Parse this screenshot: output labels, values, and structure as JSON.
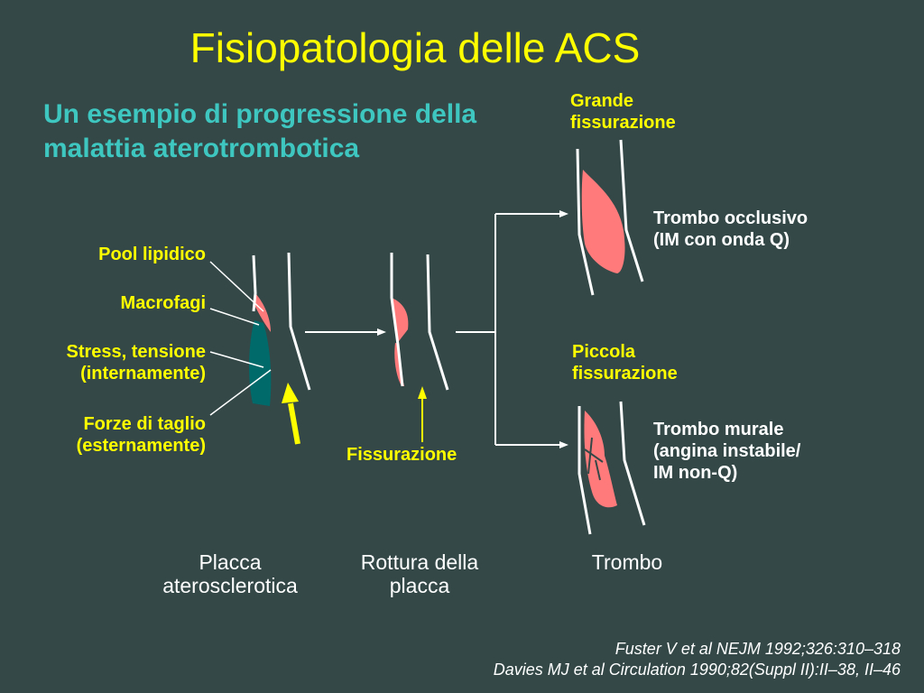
{
  "title": "Fisiopatologia delle ACS",
  "subtitle": [
    "Un esempio di progressione della",
    "malattia aterotrombotica"
  ],
  "left_labels": {
    "pool": "Pool lipidico",
    "macrofagi": "Macrofagi",
    "stress": [
      "Stress, tensione",
      "(internamente)"
    ],
    "forze": [
      "Forze di taglio",
      "(esternamente)"
    ]
  },
  "fissurazione": "Fissurazione",
  "grande": [
    "Grande",
    "fissurazione"
  ],
  "piccola": [
    "Piccola",
    "fissurazione"
  ],
  "trombo_occlusivo": [
    "Trombo occlusivo",
    "(IM con onda Q)"
  ],
  "trombo_murale": [
    "Trombo murale",
    "(angina instabile/",
    "IM non-Q)"
  ],
  "captions": {
    "placca": [
      "Placca",
      "aterosclerotica"
    ],
    "rottura": [
      "Rottura della",
      "placca"
    ],
    "trombo": "Trombo"
  },
  "references": [
    "Fuster V et al NEJM  1992;326:310–318",
    "Davies MJ et al Circulation 1990;82(Suppl II):II–38, II–46"
  ],
  "colors": {
    "background": "#344848",
    "title": "#ffff00",
    "subtitle": "#3ec7c0",
    "lipid": "#ff7b7b",
    "plaque": "#006a6a",
    "arrow": "#ffff00"
  }
}
